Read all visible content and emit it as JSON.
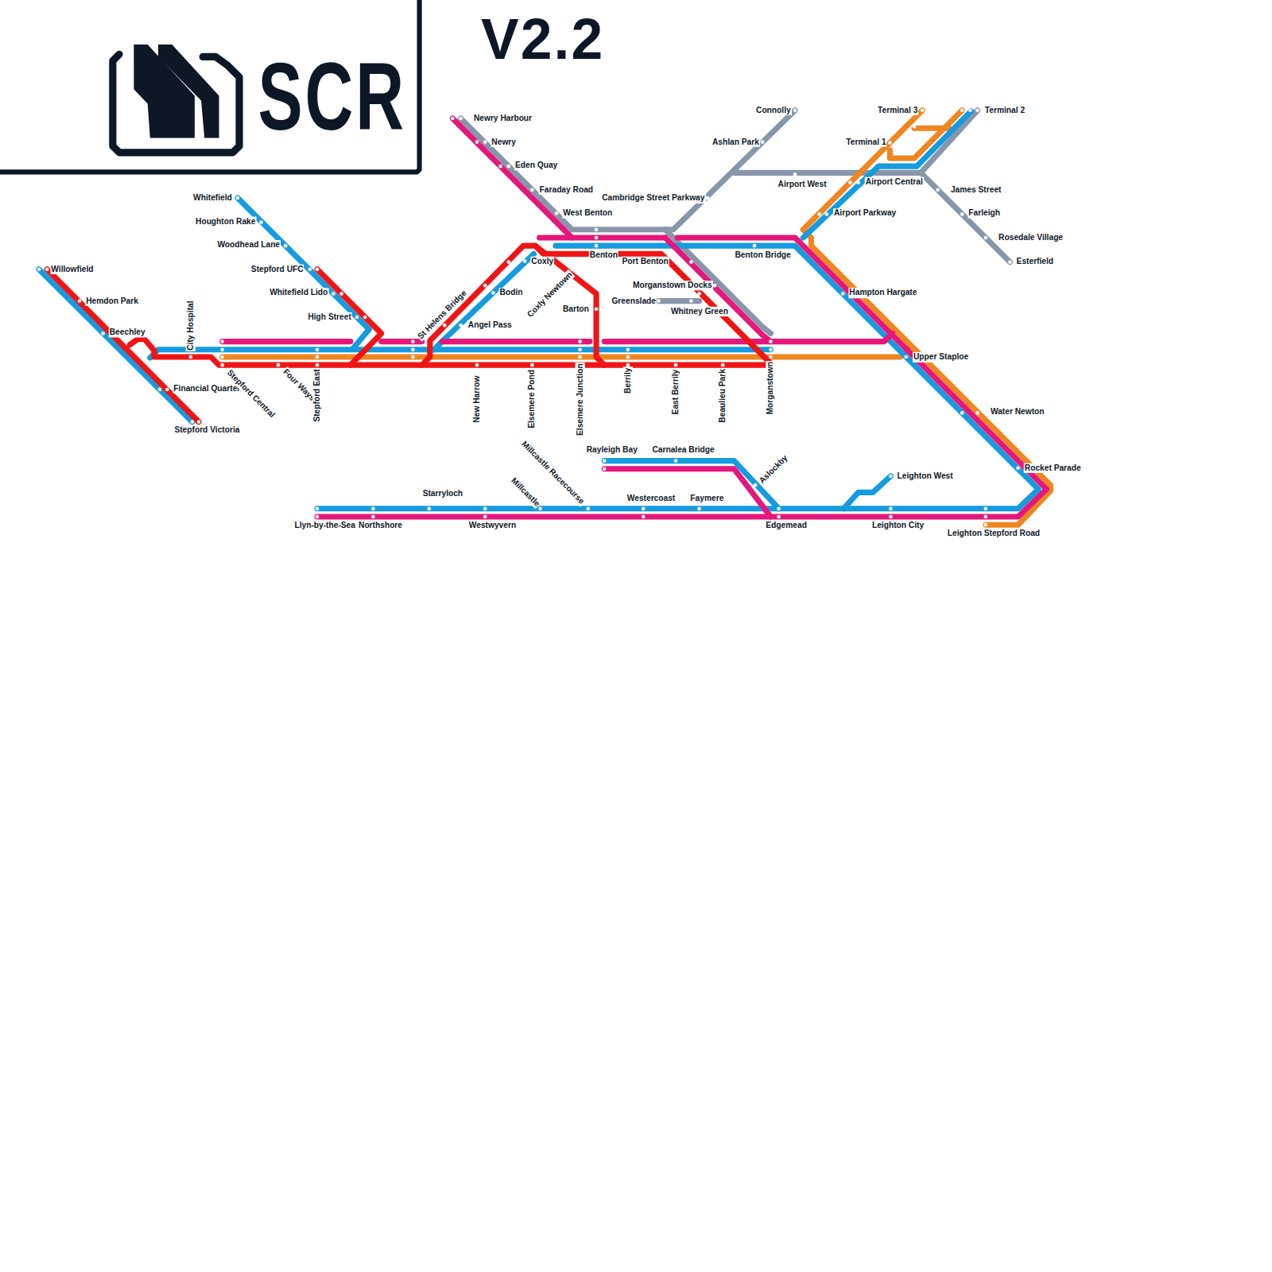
{
  "diagram": {
    "title": "SCR",
    "labels": [
      "V2.2",
      "Willowfield",
      "Hemdon Park",
      "Beechley",
      "City Hospital",
      "Financial Quarter",
      "Stepford Victoria",
      "Stepford Central",
      "Four Ways",
      "Stepford East",
      "Whitefield",
      "Houghton Rake",
      "Woodhead Lane",
      "Stepford UFC",
      "Whitefield Lido",
      "High Street",
      "St Helens Bridge",
      "Angel Pass",
      "Bodin",
      "Coxly",
      "Coxly Newtown",
      "Barton",
      "New Harrow",
      "Elsemere Pond",
      "Elsemere Junction",
      "Berrily",
      "East Berrily",
      "Beaulieu Park",
      "Morganstown",
      "Newry Harbour",
      "Newry",
      "Eden Quay",
      "Faraday Road",
      "West Benton",
      "Benton",
      "Port Benton",
      "Benton Bridge",
      "Morganstown Docks",
      "Greenslade",
      "Whitney Green",
      "Cambridge Street Parkway",
      "Ashlan Park",
      "Connolly",
      "Airport West",
      "Terminal 3",
      "Terminal 1",
      "Terminal 2",
      "Airport Central",
      "Airport Parkway",
      "James Street",
      "Farleigh",
      "Rosedale Village",
      "Esterfield",
      "Hampton Hargate",
      "Upper Staploe",
      "Water Newton",
      "Rocket Parade",
      "Leighton West",
      "Rayleigh Bay",
      "Carnalea Bridge",
      "Aslockby",
      "Millcastle Racecourse",
      "Millcastle",
      "Starryloch",
      "Westercoast",
      "Faymere",
      "Llyn-by-the-Sea",
      "Northshore",
      "Westwyvern",
      "Edgemead",
      "Leighton City",
      "Leighton Stepford Road"
    ]
  }
}
